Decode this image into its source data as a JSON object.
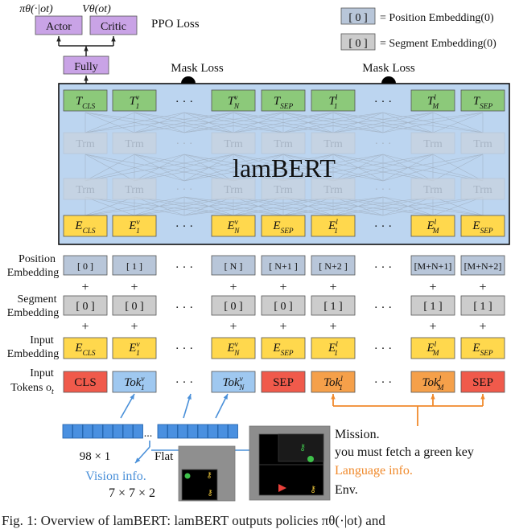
{
  "colors": {
    "actor": "#c9a3e6",
    "fully": "#c9a3e6",
    "output": "#8cc97a",
    "embed": "#ffd84d",
    "pos": "#b8c6d9",
    "seg": "#cccccc",
    "token_red": "#f05a4b",
    "token_blue": "#9fc8f0",
    "token_orange": "#f5a04a",
    "bert_bg": "#bcd5f0",
    "vision": "#4a90d9",
    "language": "#f08a2c",
    "flat": "#4a90e0"
  },
  "legend": {
    "pos_box": "[ 0 ]",
    "pos_text": "= Position Embedding(0)",
    "seg_box": "[ 0 ]",
    "seg_text": "= Segment Embedding(0)"
  },
  "heads": {
    "policy_label": "πθ(·|ot)",
    "value_label": "Vθ(ot)",
    "actor": "Actor",
    "critic": "Critic",
    "ppo_loss": "PPO Loss",
    "fully": "Fully"
  },
  "mask_loss": [
    "Mask Loss",
    "Mask Loss"
  ],
  "bert_title": "lamBERT",
  "trm": "Trm",
  "ellipsis": "· · ·",
  "plus": "+",
  "outputs": [
    {
      "main": "T",
      "sub": "CLS",
      "sup": ""
    },
    {
      "main": "T",
      "sub": "1",
      "sup": "v"
    },
    {
      "main": "T",
      "sub": "N",
      "sup": "v"
    },
    {
      "main": "T",
      "sub": "SEP",
      "sup": ""
    },
    {
      "main": "T",
      "sub": "1",
      "sup": "l"
    },
    {
      "main": "T",
      "sub": "M",
      "sup": "l"
    },
    {
      "main": "T",
      "sub": "SEP",
      "sup": ""
    }
  ],
  "embeds": [
    {
      "main": "E",
      "sub": "CLS",
      "sup": ""
    },
    {
      "main": "E",
      "sub": "1",
      "sup": "v"
    },
    {
      "main": "E",
      "sub": "N",
      "sup": "v"
    },
    {
      "main": "E",
      "sub": "SEP",
      "sup": ""
    },
    {
      "main": "E",
      "sub": "1",
      "sup": "l"
    },
    {
      "main": "E",
      "sub": "M",
      "sup": "l"
    },
    {
      "main": "E",
      "sub": "SEP",
      "sup": ""
    }
  ],
  "row_labels": {
    "position": [
      "Position",
      "Embedding"
    ],
    "segment": [
      "Segment",
      "Embedding"
    ],
    "input_emb": [
      "Input",
      "Embedding"
    ],
    "input_tok": [
      "Input",
      "Tokens o"
    ],
    "input_tok_sub": "t"
  },
  "positions": [
    "[  0  ]",
    "[  1  ]",
    "[  N  ]",
    "[ N+1 ]",
    "[ N+2 ]",
    "[M+N+1]",
    "[M+N+2]"
  ],
  "segments": [
    "[  0  ]",
    "[  0  ]",
    "[  0  ]",
    "[  0  ]",
    "[  1  ]",
    "[  1  ]",
    "[  1  ]"
  ],
  "tokens": [
    {
      "main": "CLS",
      "sub": "",
      "sup": ""
    },
    {
      "main": "Tok",
      "sub": "1",
      "sup": "v"
    },
    {
      "main": "Tok",
      "sub": "N",
      "sup": "v"
    },
    {
      "main": "SEP",
      "sub": "",
      "sup": ""
    },
    {
      "main": "Tok",
      "sub": "1",
      "sup": "l"
    },
    {
      "main": "Tok",
      "sub": "M",
      "sup": "l"
    },
    {
      "main": "SEP",
      "sub": "",
      "sup": ""
    }
  ],
  "bottom": {
    "flat_dim": "98 × 1",
    "flat": "Flat",
    "vision_info": "Vision info.",
    "vision_dim": "7 × 7 × 2",
    "mission": "Mission.",
    "mission_text": "you must fetch a green key",
    "language_info": "Language info.",
    "env": "Env.",
    "dots": "..."
  },
  "caption": "Fig. 1: Overview of lamBERT: lamBERT outputs policies πθ(·|ot) and"
}
